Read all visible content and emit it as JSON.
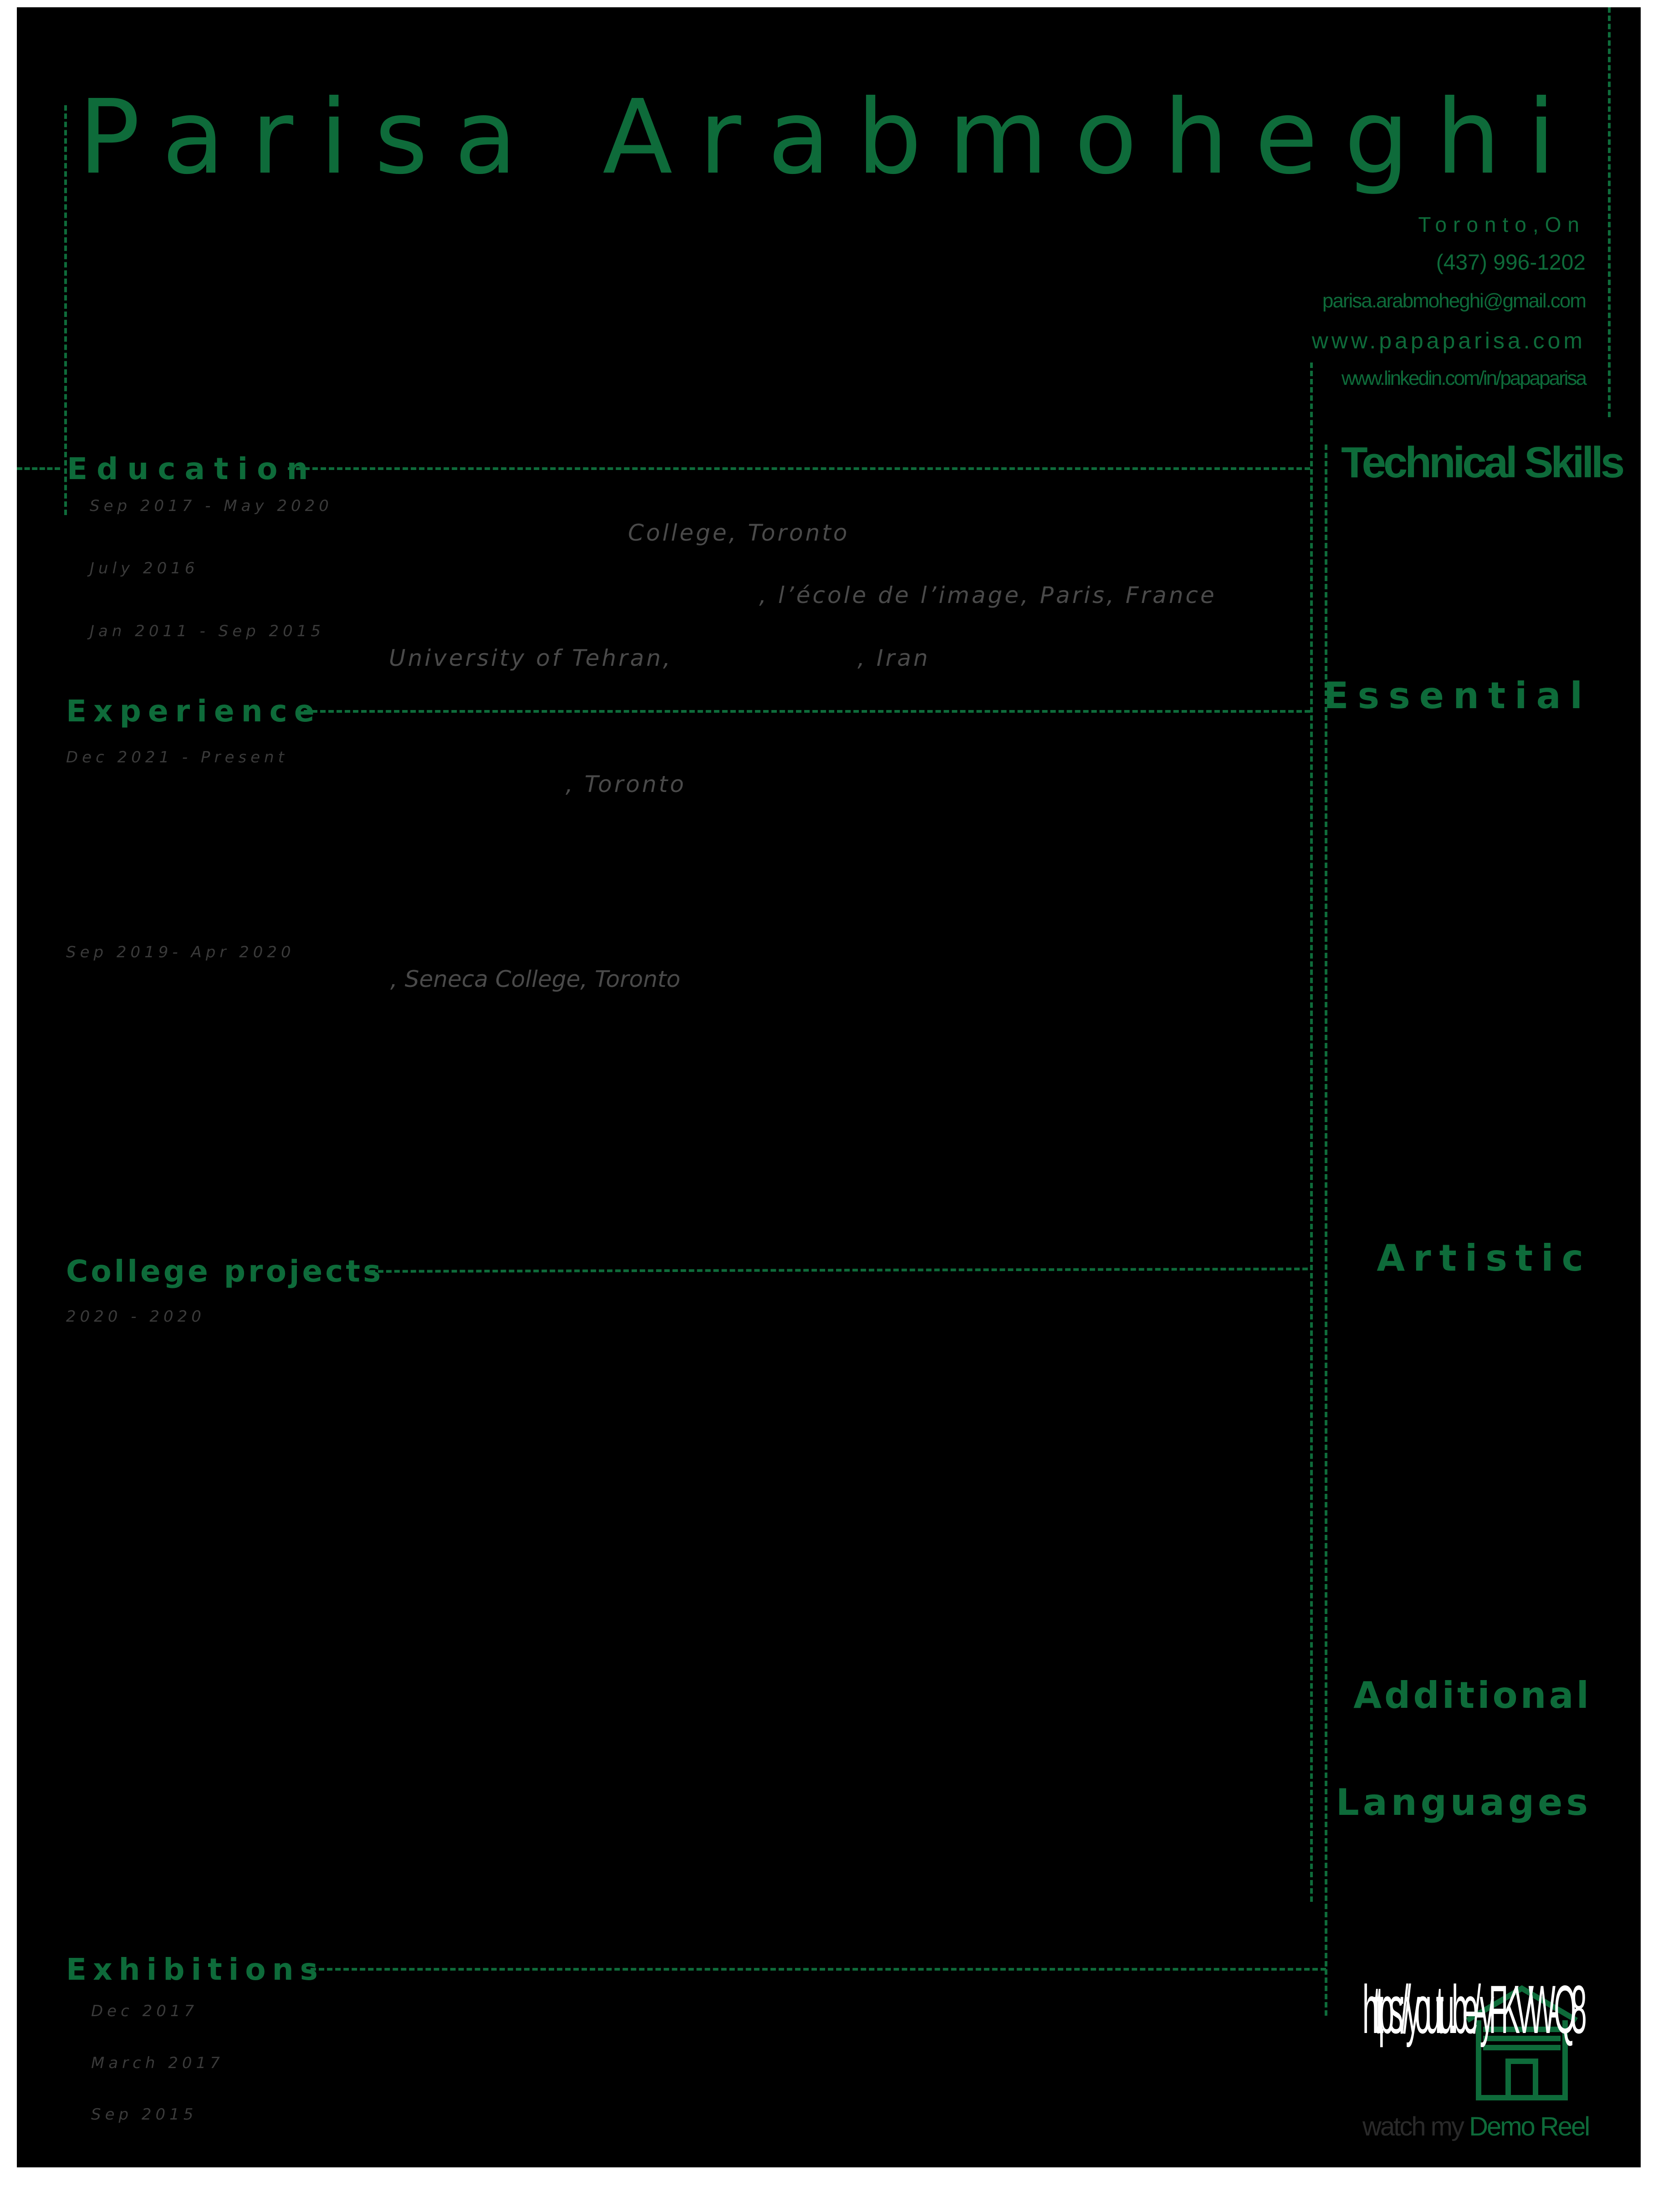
{
  "header": {
    "name": "Parisa Arabmoheghi",
    "location": "Toronto,On",
    "phone": "(437) 996-1202",
    "email": "parisa.arabmoheghi@gmail.com",
    "website": "www.papaparisa.com",
    "linkedin": "www.linkedin.com/in/papaparisa"
  },
  "education": {
    "title": "Education",
    "entries": [
      {
        "date": "Sep 2017 - May 2020",
        "detail": "College, Toronto"
      },
      {
        "date": "July 2016",
        "detail": ", l’école de l’image, Paris, France"
      },
      {
        "date": "Jan 2011 - Sep 2015",
        "detail_a": "University of Tehran,",
        "detail_b": ", Iran"
      }
    ]
  },
  "experience": {
    "title": "Experience",
    "entries": [
      {
        "date": "Dec 2021 - Present",
        "detail": ", Toronto"
      },
      {
        "date": "Sep 2019- Apr 2020",
        "detail": ", Seneca College, Toronto"
      }
    ]
  },
  "projects": {
    "title": "College projects",
    "entries": [
      {
        "date": "2020 - 2020"
      }
    ]
  },
  "exhibitions": {
    "title": "Exhibitions",
    "entries": [
      {
        "date": "Dec 2017"
      },
      {
        "date": "March 2017"
      },
      {
        "date": "Sep 2015"
      }
    ]
  },
  "skills": {
    "title": "Technical Skills",
    "essential": "Essential",
    "artistic": "Artistic",
    "additional": "Additional",
    "languages": "Languages"
  },
  "demo_reel": {
    "url": "https://youtu.be/-yFKVW-Q8",
    "caption_prefix": "watch my",
    "caption_highlight": "Demo Reel"
  },
  "colors": {
    "accent": "#0e6b3a",
    "background": "#000000",
    "muted_text": "#4a4a4a"
  }
}
